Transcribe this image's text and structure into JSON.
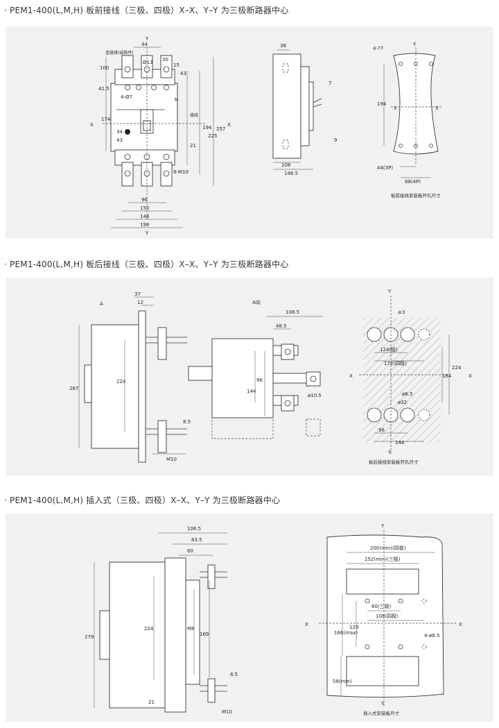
{
  "sections": [
    {
      "heading": "· PEM1-400(L,M,H) 板前接线（三极、四极）X–X、Y–Y 为三极断路器中心",
      "dims_front": [
        "44",
        "Y",
        "100",
        "Ø13",
        "30",
        "15",
        "43",
        "41.5",
        "4-Ø7",
        "N",
        "X",
        "174",
        "34",
        "43",
        "194",
        "225",
        "257",
        "X",
        "21",
        "6-M10",
        "96",
        "150",
        "144",
        "198",
        "Y",
        "连接排(选购件)",
        "接线"
      ],
      "dims_side": [
        "38",
        "7",
        "9",
        "108",
        "146.5"
      ],
      "dims_cutout": [
        "4-?7",
        "Y",
        "194",
        "X",
        "X",
        "44(3P)",
        "88(4P)"
      ],
      "cutout_caption": "板前接线安装板开孔尺寸"
    },
    {
      "heading": "· PEM1-400(L,M,H) 板后接线（三极、四极）X–X、Y–Y 为三极断路器中心",
      "dims_side": [
        "A",
        "37",
        "12",
        "267",
        "224",
        "8.5",
        "M10"
      ],
      "dims_view": [
        "A向",
        "108.5",
        "48.5",
        "96",
        "144",
        "ø10.5"
      ],
      "dims_cutout": [
        "Y",
        "≥3",
        "124(极)",
        "172(四极)",
        "X",
        "X",
        "224",
        "164",
        "ø6.5",
        "ø32",
        "96",
        "144",
        "Y"
      ],
      "cutout_caption": "板后接线安装板开孔尺寸"
    },
    {
      "heading": "· PEM1-400(L,M,H) 插入式（三极、四极）X–X、Y–Y 为三极断路器中心",
      "dims_side": [
        "106.5",
        "83.5",
        "60",
        "279",
        "224",
        "M8",
        "169",
        "8.5",
        "21",
        "M10"
      ],
      "dims_cutout": [
        "Y",
        "200(min)(四极)",
        "152(min)(三极)",
        "60(三极)",
        "108(四极)",
        "X",
        "X",
        "166(max)",
        "129",
        "4-ø8.5",
        "58(min)",
        "Y"
      ],
      "cutout_caption": "插入式安装板尺寸"
    }
  ],
  "colors": {
    "panel": "#f1f1f1",
    "line": "#333333",
    "background": "#ffffff"
  }
}
